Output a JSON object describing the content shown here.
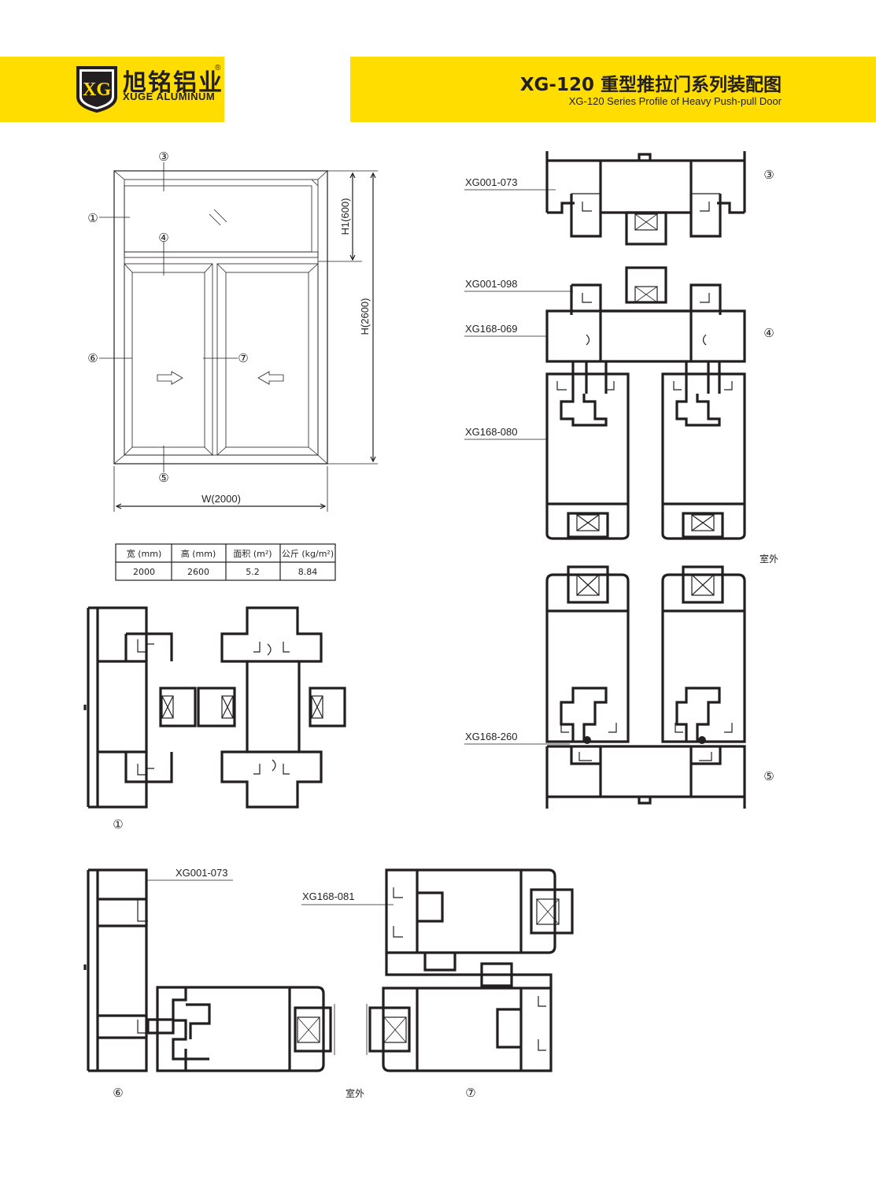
{
  "header": {
    "brand_cn": "旭铭铝业",
    "brand_reg": "®",
    "brand_en": "XUGE ALUMINUM",
    "title_cn": "XG-120 重型推拉门系列装配图",
    "title_en": "XG-120 Series Profile of Heavy Push-pull Door",
    "brand_color": "#ffdd00",
    "logo_icon": "xg-shield-logo-icon"
  },
  "elevation": {
    "markers": [
      "①",
      "③",
      "④",
      "⑤",
      "⑥",
      "⑦"
    ],
    "dim_h1": "H1(600)",
    "dim_h": "H(2600)",
    "dim_w": "W(2000)"
  },
  "spec_table": {
    "headers": [
      "宽 (mm)",
      "高 (mm)",
      "面积 (m²)",
      "公斤 (kg/m²)"
    ],
    "rows": [
      [
        "2000",
        "2600",
        "5.2",
        "8.84"
      ]
    ]
  },
  "section_right": {
    "codes": [
      "XG001-073",
      "XG001-098",
      "XG168-069",
      "XG168-080",
      "XG168-260"
    ],
    "markers": [
      "③",
      "④",
      "⑤"
    ],
    "outdoor_label": "室外"
  },
  "section_left": {
    "marker": "①"
  },
  "section_bottom": {
    "codes": [
      "XG001-073",
      "XG168-081"
    ],
    "markers": [
      "⑥",
      "⑦"
    ],
    "outdoor_label": "室外"
  }
}
